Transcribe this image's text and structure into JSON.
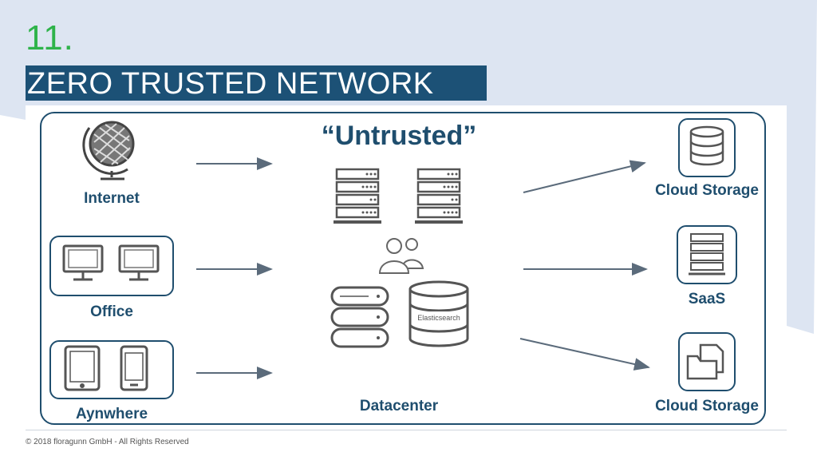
{
  "slide": {
    "number": "11.",
    "title": "ZERO TRUSTED NETWORK"
  },
  "diagram": {
    "heading": "“Untrusted”",
    "sources": [
      {
        "label": "Internet",
        "icon": "globe-icon"
      },
      {
        "label": "Office",
        "icon": "monitors-icon"
      },
      {
        "label": "Aynwhere",
        "icon": "tablet-phone-icon"
      }
    ],
    "center": {
      "label": "Datacenter",
      "database_label": "Elasticsearch",
      "icons": [
        "server-rack-icon",
        "server-rack-icon",
        "users-icon",
        "database-icon",
        "database-icon"
      ]
    },
    "targets": [
      {
        "label": "Cloud Storage",
        "icon": "database-icon"
      },
      {
        "label": "SaaS",
        "icon": "server-rack-icon"
      },
      {
        "label": "Cloud Storage",
        "icon": "folders-icon"
      }
    ]
  },
  "colors": {
    "brand_dark": "#1c5176",
    "accent_green": "#2eb34a",
    "arrow": "#5b6b7b",
    "icon_gray": "#666666"
  },
  "footer": {
    "copyright": "© 2018 floragunn GmbH - All Rights Reserved"
  }
}
